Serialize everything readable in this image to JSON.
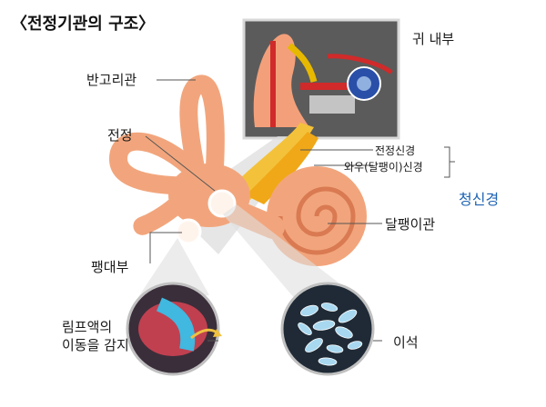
{
  "title": "〈전정기관의 구조〉",
  "labels": {
    "inner_ear": "귀 내부",
    "semicircular": "반고리관",
    "vestibule": "전정",
    "ampulla": "팽대부",
    "vestibular_nerve": "전정신경",
    "cochlear_nerve": "와우(달팽이)신경",
    "auditory_nerve": "청신경",
    "cochlea": "달팽이관",
    "otolith": "이석",
    "lymph_line1": "림프액의",
    "lymph_line2": "이동을 감지"
  },
  "colors": {
    "canal": "#f2a57c",
    "canal_dark": "#d97a52",
    "nerve": "#f4c23a",
    "inset_bg": "#5a5a5a",
    "bubble": "#2b3a4a",
    "accent_blue": "#1e63b3"
  }
}
